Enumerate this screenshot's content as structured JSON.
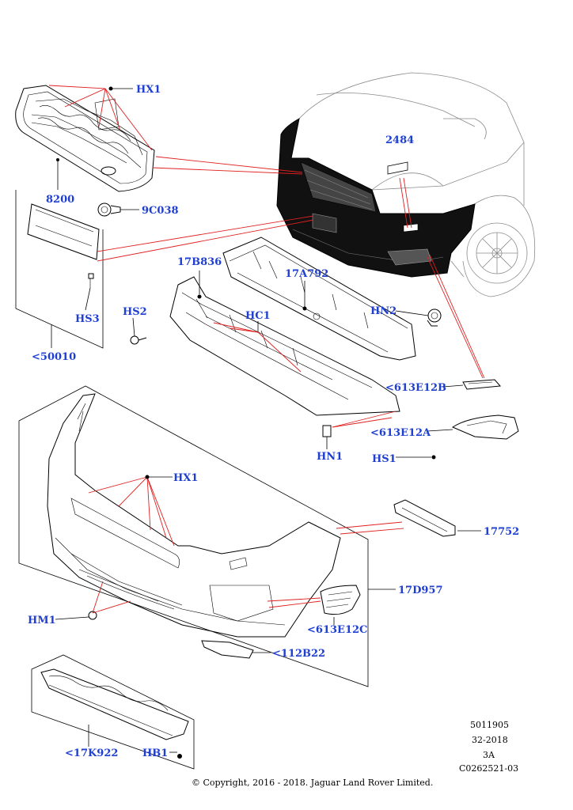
{
  "callouts": {
    "hx1_top": "HX1",
    "p8200": "8200",
    "p9c038": "9C038",
    "hs3": "HS3",
    "p50010": "<50010",
    "p17b836": "17B836",
    "p17a792": "17A792",
    "p2484": "2484",
    "hs2": "HS2",
    "hc1": "HC1",
    "hn2": "HN2",
    "p613e12b": "<613E12B",
    "p613e12a": "<613E12A",
    "hn1": "HN1",
    "hs1": "HS1",
    "hx1_bottom": "HX1",
    "p17752": "17752",
    "p17d957": "17D957",
    "hm1": "HM1",
    "p613e12c": "<613E12C",
    "p112b22": "<112B22",
    "p17k922": "<17K922",
    "hb1": "HB1"
  },
  "meta": {
    "ref1": "5011905",
    "ref2": "32-2018",
    "ref3": "3A",
    "ref4": "C0262521-03",
    "copyright": "© Copyright, 2016 - 2018. Jaguar Land Rover Limited."
  }
}
